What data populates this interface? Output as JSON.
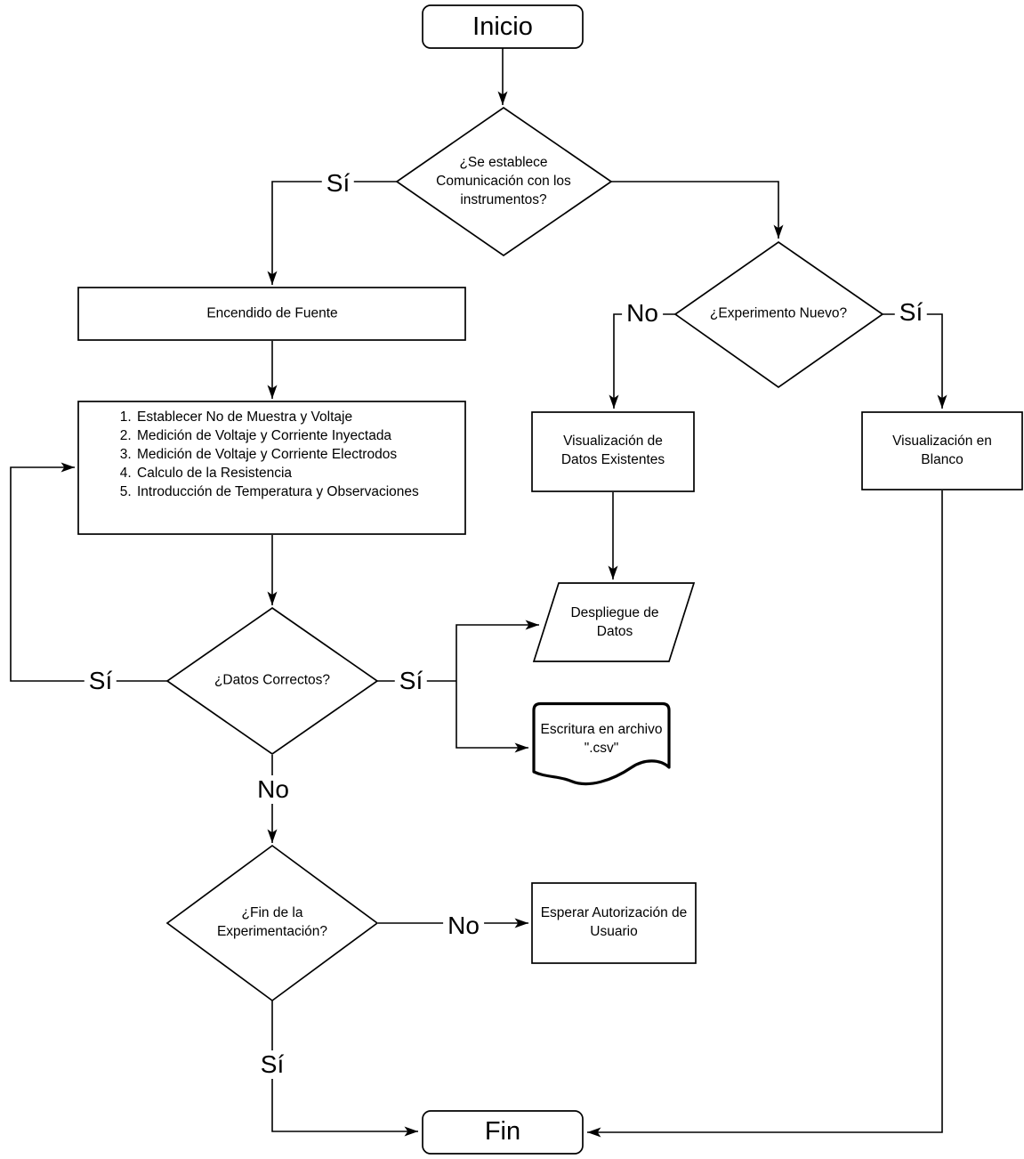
{
  "diagram": {
    "type": "flowchart",
    "language": "es",
    "colors": {
      "stroke": "#000000",
      "fill": "#ffffff",
      "text": "#000000"
    },
    "nodes": {
      "inicio": {
        "label": "Inicio",
        "shape": "terminator"
      },
      "comunicacion": {
        "label": "¿Se establece Comunicación con los instrumentos?",
        "shape": "decision"
      },
      "encendido": {
        "label": "Encendido de Fuente",
        "shape": "process"
      },
      "pasos": {
        "shape": "process",
        "items": [
          "Establecer No de Muestra y Voltaje",
          "Medición de Voltaje y Corriente Inyectada",
          "Medición de Voltaje y Corriente Electrodos",
          "Calculo de la Resistencia",
          "Introducción de Temperatura y Observaciones"
        ]
      },
      "datos_correctos": {
        "label": "¿Datos Correctos?",
        "shape": "decision"
      },
      "despliegue": {
        "label": "Despliegue de Datos",
        "shape": "data"
      },
      "escritura": {
        "label": "Escritura en archivo \".csv\"",
        "shape": "document"
      },
      "fin_experimentacion": {
        "label": "¿Fin de la Experimentación?",
        "shape": "decision"
      },
      "esperar": {
        "label": "Esperar Autorización de Usuario",
        "shape": "process"
      },
      "experimento_nuevo": {
        "label": "¿Experimento Nuevo?",
        "shape": "decision"
      },
      "visualizacion_datos": {
        "label": "Visualización de Datos Existentes",
        "shape": "process"
      },
      "visualizacion_blanco": {
        "label": "Visualización en Blanco",
        "shape": "process"
      },
      "fin": {
        "label": "Fin",
        "shape": "terminator"
      }
    },
    "edge_labels": {
      "comunicacion_si": "Sí",
      "datos_si_izq": "Sí",
      "datos_si_der": "Sí",
      "datos_no": "No",
      "fin_exp_no": "No",
      "fin_exp_si": "Sí",
      "experimento_no": "No",
      "experimento_si": "Sí"
    }
  }
}
